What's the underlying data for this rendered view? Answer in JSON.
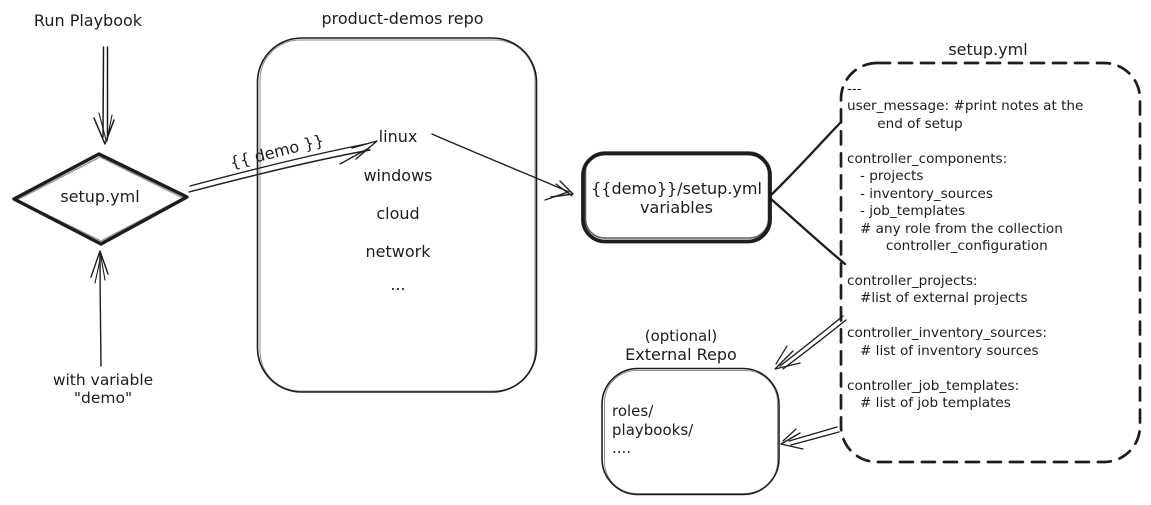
{
  "colors": {
    "ink": "#1d1d1d",
    "background": "#ffffff"
  },
  "flow": {
    "run_playbook_label": "Run Playbook",
    "diamond_label": "setup.yml",
    "with_variable_line1": "with variable",
    "with_variable_line2": "\"demo\"",
    "demo_arrow_label": "{{ demo }}"
  },
  "repo": {
    "title": "product-demos repo",
    "items": [
      "linux",
      "windows",
      "cloud",
      "network",
      "..."
    ]
  },
  "variables_box": {
    "line1": "{{demo}}/setup.yml",
    "line2": "variables"
  },
  "setup_yml": {
    "title": "setup.yml",
    "content": "---\nuser_message: #print notes at the\n       end of setup\n\ncontroller_components:\n   - projects\n   - inventory_sources\n   - job_templates\n   # any role from the collection\n         controller_configuration\n\ncontroller_projects:\n   #list of external projects\n\ncontroller_inventory_sources:\n   # list of inventory sources\n\ncontroller_job_templates:\n   # list of job templates"
  },
  "external_repo": {
    "optional_label": "(optional)",
    "title": "External Repo",
    "content": "roles/\nplaybooks/\n...."
  }
}
